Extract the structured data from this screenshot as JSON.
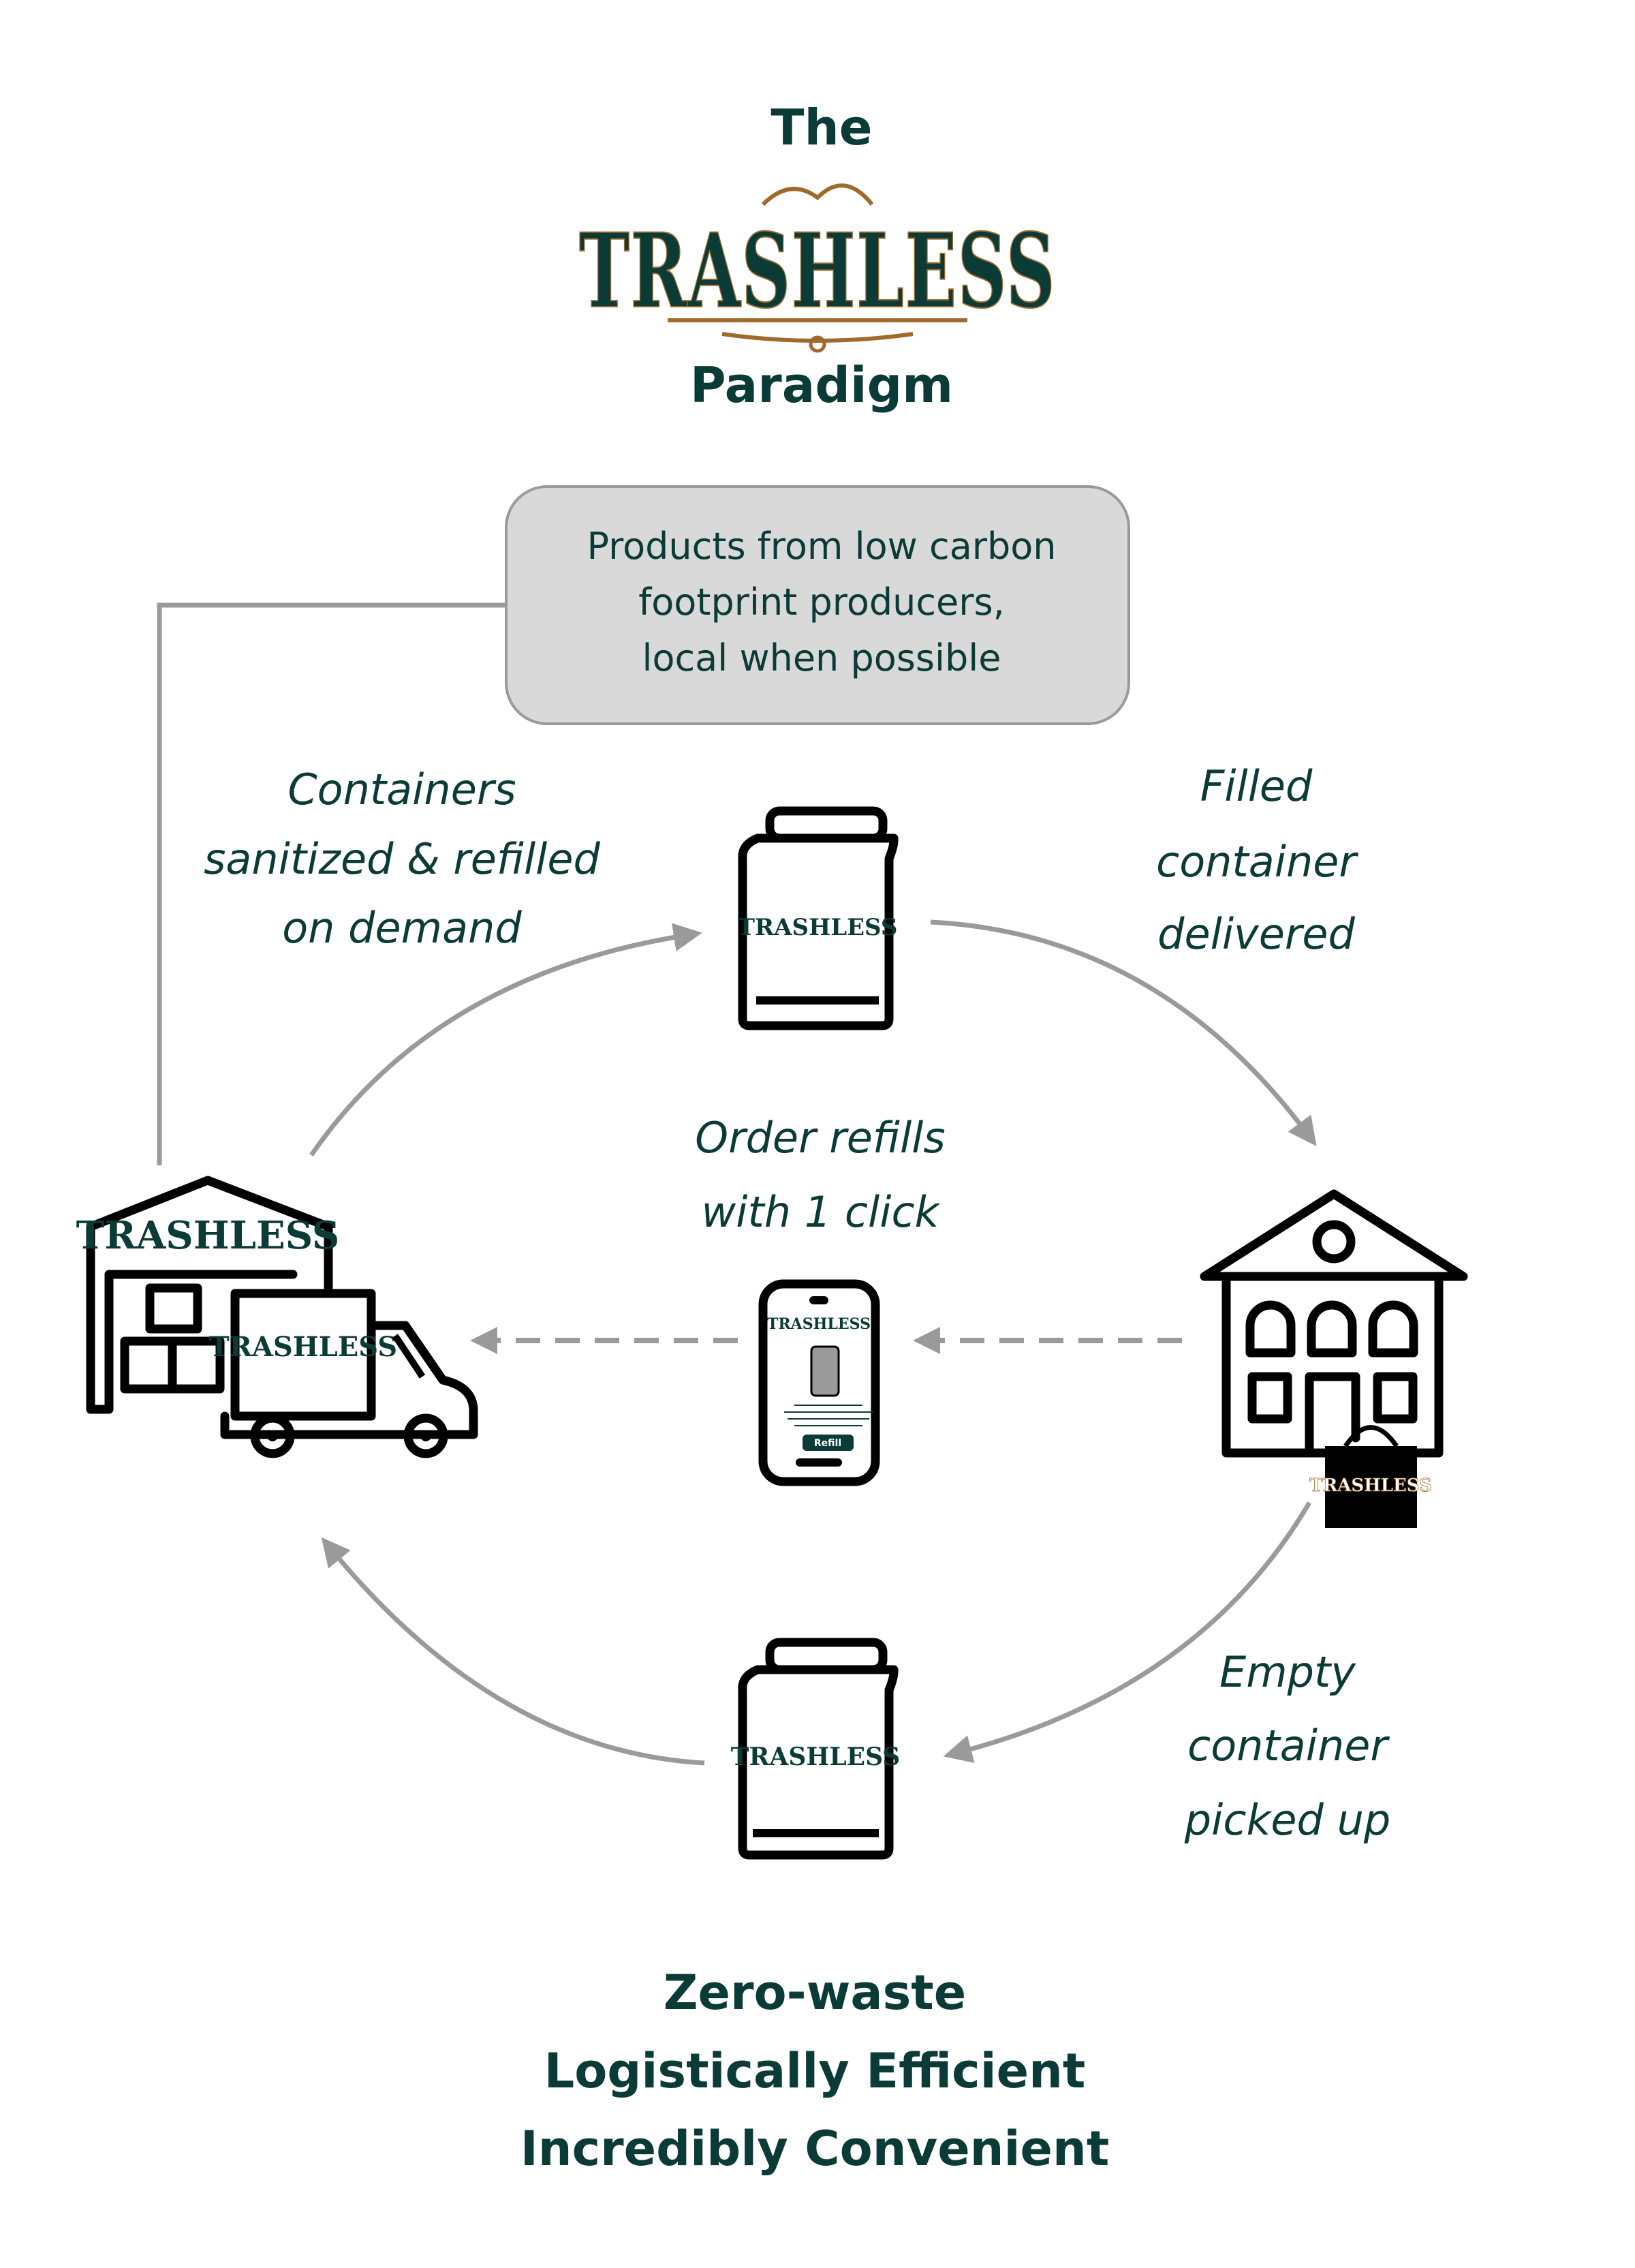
{
  "header": {
    "pre": "The",
    "logo_text": "TRASHLESS",
    "post": "Paradigm"
  },
  "source_box": {
    "lines": [
      "Products from low carbon",
      "footprint producers,",
      "local when possible"
    ]
  },
  "steps": {
    "refill": [
      "Containers",
      "sanitized & refilled",
      "on demand"
    ],
    "deliver": [
      "Filled",
      "container",
      "delivered"
    ],
    "order": [
      "Order refills",
      "with 1 click"
    ],
    "pickup": [
      "Empty",
      "container",
      "picked up"
    ]
  },
  "phone": {
    "button_label": "Refill"
  },
  "footer": {
    "lines": [
      "Zero-waste",
      "Logistically Efficient",
      "Incredibly Convenient"
    ]
  },
  "colors": {
    "brand_green": "#0b3b36",
    "brand_gold": "#a06a2c",
    "arrow_gray": "#9a9a9a",
    "box_fill": "#d9d9d9"
  }
}
